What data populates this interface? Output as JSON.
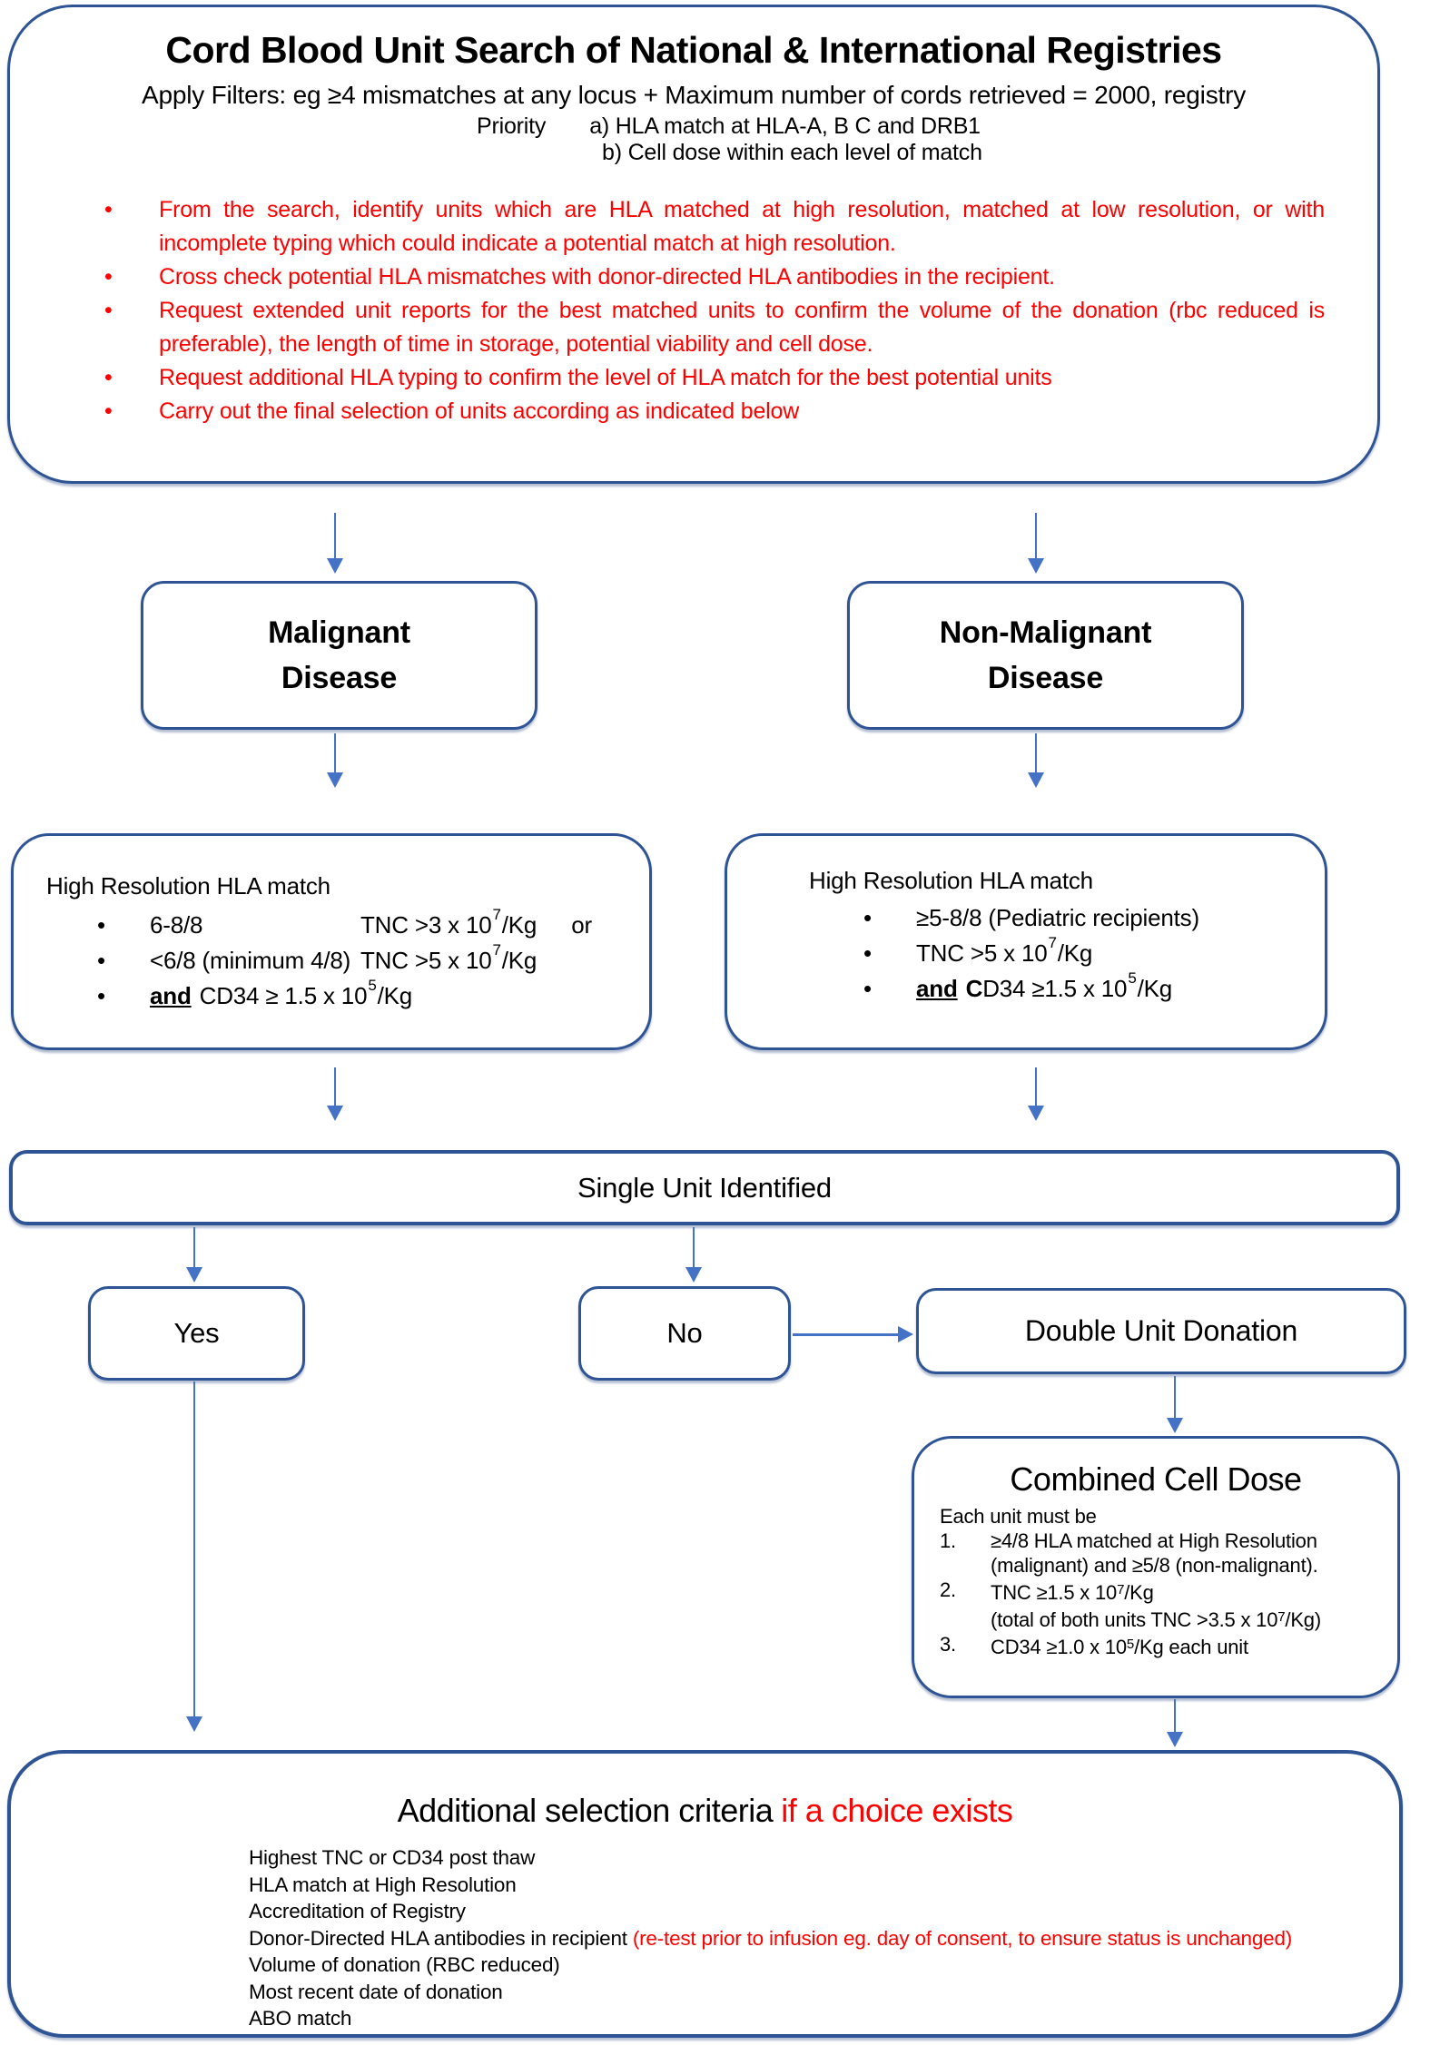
{
  "colors": {
    "box_border": "#2F5496",
    "arrow_blue": "#4472C4",
    "alert_red": "#FF0000",
    "text": "#000000"
  },
  "top_box": {
    "title": "Cord Blood Unit Search of National & International Registries",
    "filters_line": "Apply Filters: eg ≥4 mismatches at any locus + Maximum number of cords retrieved = 2000, registry",
    "priority_label": "Priority",
    "priority_a": "a) HLA match at HLA-A, B C and DRB1",
    "priority_b": "b) Cell dose within each level of match",
    "bullets": [
      "From the search, identify units which are HLA matched at high resolution, matched at low resolution, or with incomplete typing which could indicate a potential match at high resolution.",
      "Cross check potential HLA mismatches with donor-directed HLA antibodies in the recipient.",
      "Request extended unit reports for the best matched units to confirm the volume of the donation (rbc reduced is preferable), the length of time in storage, potential viability and cell dose.",
      "Request additional HLA typing to confirm the level of HLA match for the best potential units",
      "Carry out the final selection of units according as indicated below"
    ]
  },
  "malignant_box": {
    "line1": "Malignant",
    "line2": "Disease"
  },
  "non_malignant_box": {
    "line1": "Non-Malignant",
    "line2": "Disease"
  },
  "hla_left": {
    "heading": "High Resolution HLA match",
    "row1": {
      "c1": "6-8/8",
      "c2": "TNC >3 x 10",
      "sup": "7",
      "unit": "/Kg",
      "or": "or"
    },
    "row2": {
      "c1": "<6/8 (minimum 4/8)",
      "c2": "TNC >5 x 10",
      "sup": "7",
      "unit": "/Kg"
    },
    "row3": {
      "and": "and",
      "rest": "CD34 ≥ 1.5 x 10",
      "sup": "5",
      "unit": "/Kg"
    }
  },
  "hla_right": {
    "heading": "High Resolution HLA match",
    "row1": {
      "text": "≥5-8/8 (Pediatric recipients)"
    },
    "row2": {
      "c2": "TNC >5 x 10",
      "sup": "7",
      "unit": "/Kg"
    },
    "row3": {
      "and": "and",
      "cbold": "C",
      "rest": "D34 ≥1.5 x 10",
      "sup": "5",
      "unit": "/Kg"
    }
  },
  "single_unit_box": {
    "label": "Single Unit Identified"
  },
  "yes_box": {
    "label": "Yes"
  },
  "no_box": {
    "label": "No"
  },
  "double_unit_box": {
    "label": "Double Unit Donation"
  },
  "combined_box": {
    "title": "Combined Cell Dose",
    "intro": "Each unit must be",
    "item1": {
      "num": "1.",
      "line1": "≥4/8 HLA matched at High Resolution",
      "line2": "(malignant) and ≥5/8 (non-malignant)."
    },
    "item2": {
      "num": "2.",
      "l1a": "TNC ≥1.5 x 10",
      "l1sup": "7",
      "l1b": "/Kg",
      "l2a": "(total of both units TNC >3.5 x 10",
      "l2sup": "7",
      "l2b": "/Kg)"
    },
    "item3": {
      "num": "3.",
      "l1a": "CD34 ≥1.0 x 10",
      "l1sup": "5",
      "l1b": "/Kg each unit"
    }
  },
  "bottom_box": {
    "title_black": "Additional selection criteria",
    "title_red": "if a choice exists",
    "items": [
      {
        "text": "Highest TNC or CD34 post thaw"
      },
      {
        "text": "HLA match at High Resolution"
      },
      {
        "text": "Accreditation of Registry"
      },
      {
        "text": "Donor-Directed HLA antibodies in recipient",
        "red": "(re-test prior to infusion eg. day of consent, to ensure status is unchanged)"
      },
      {
        "text": "Volume of donation (RBC reduced)"
      },
      {
        "text": "Most recent date of donation"
      },
      {
        "text": "ABO match"
      }
    ]
  }
}
